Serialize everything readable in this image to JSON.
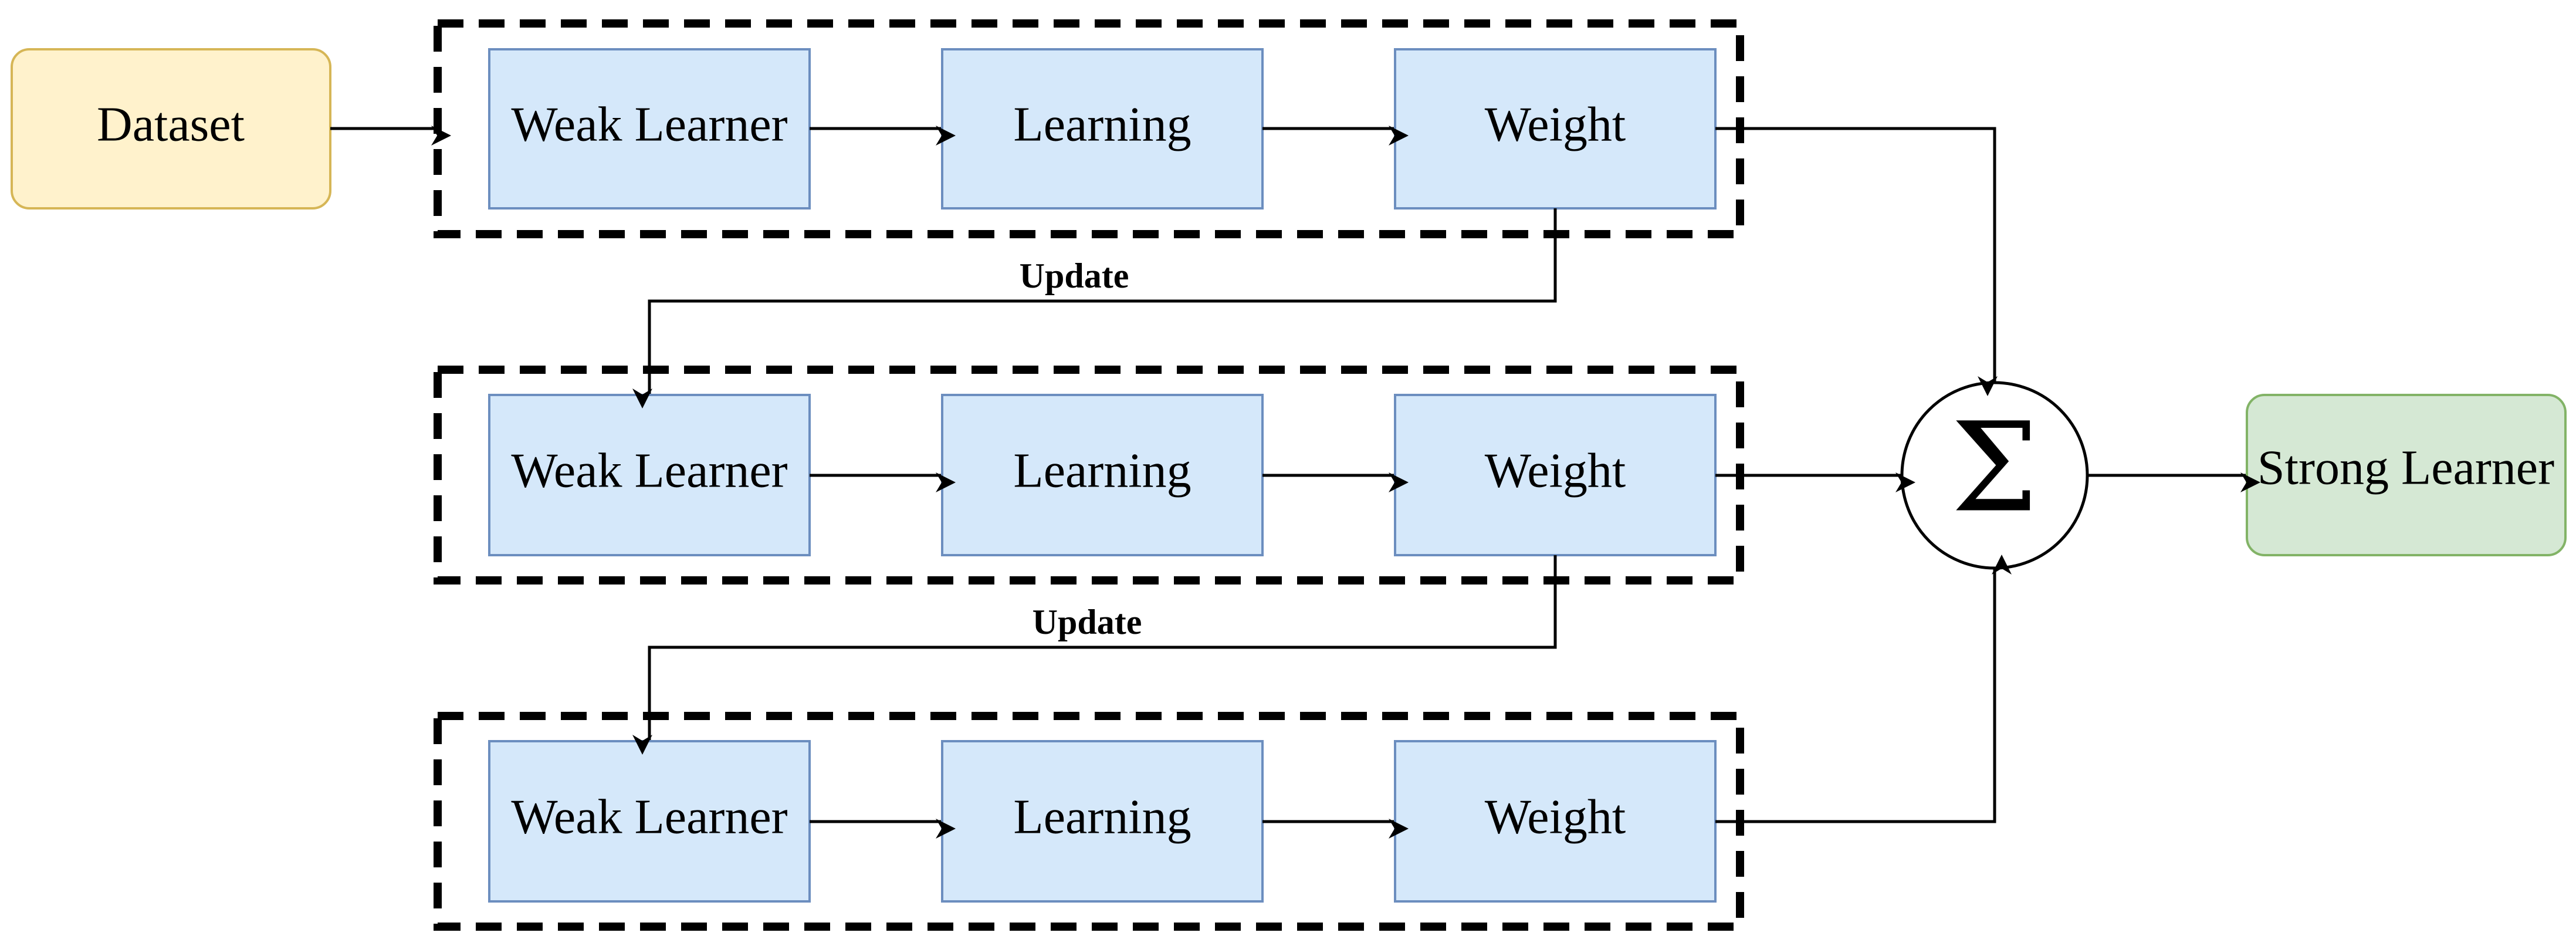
{
  "dataset": {
    "label": "Dataset",
    "fill": "#fff2cc",
    "stroke": "#d6b656"
  },
  "stages": [
    {
      "weak_learner": "Weak Learner",
      "learning": "Learning",
      "weight": "Weight"
    },
    {
      "weak_learner": "Weak Learner",
      "learning": "Learning",
      "weight": "Weight"
    },
    {
      "weak_learner": "Weak Learner",
      "learning": "Learning",
      "weight": "Weight"
    }
  ],
  "update_labels": [
    "Update",
    "Update"
  ],
  "sum": {
    "symbol": "Σ"
  },
  "strong_learner": {
    "label": "Strong Learner",
    "fill": "#d5e8d4",
    "stroke": "#82b366"
  },
  "colors": {
    "process_fill": "#d5e8fa",
    "process_stroke": "#6c8ebf"
  }
}
